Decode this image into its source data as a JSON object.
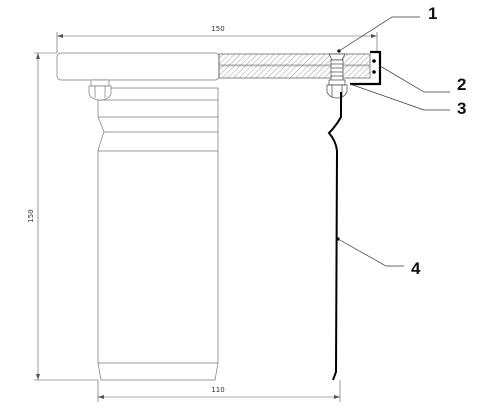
{
  "dimensions": {
    "top_width": "150",
    "height": "150",
    "bottom_width": "110"
  },
  "callouts": [
    {
      "label": "1"
    },
    {
      "label": "2"
    },
    {
      "label": "3"
    },
    {
      "label": "4"
    }
  ]
}
